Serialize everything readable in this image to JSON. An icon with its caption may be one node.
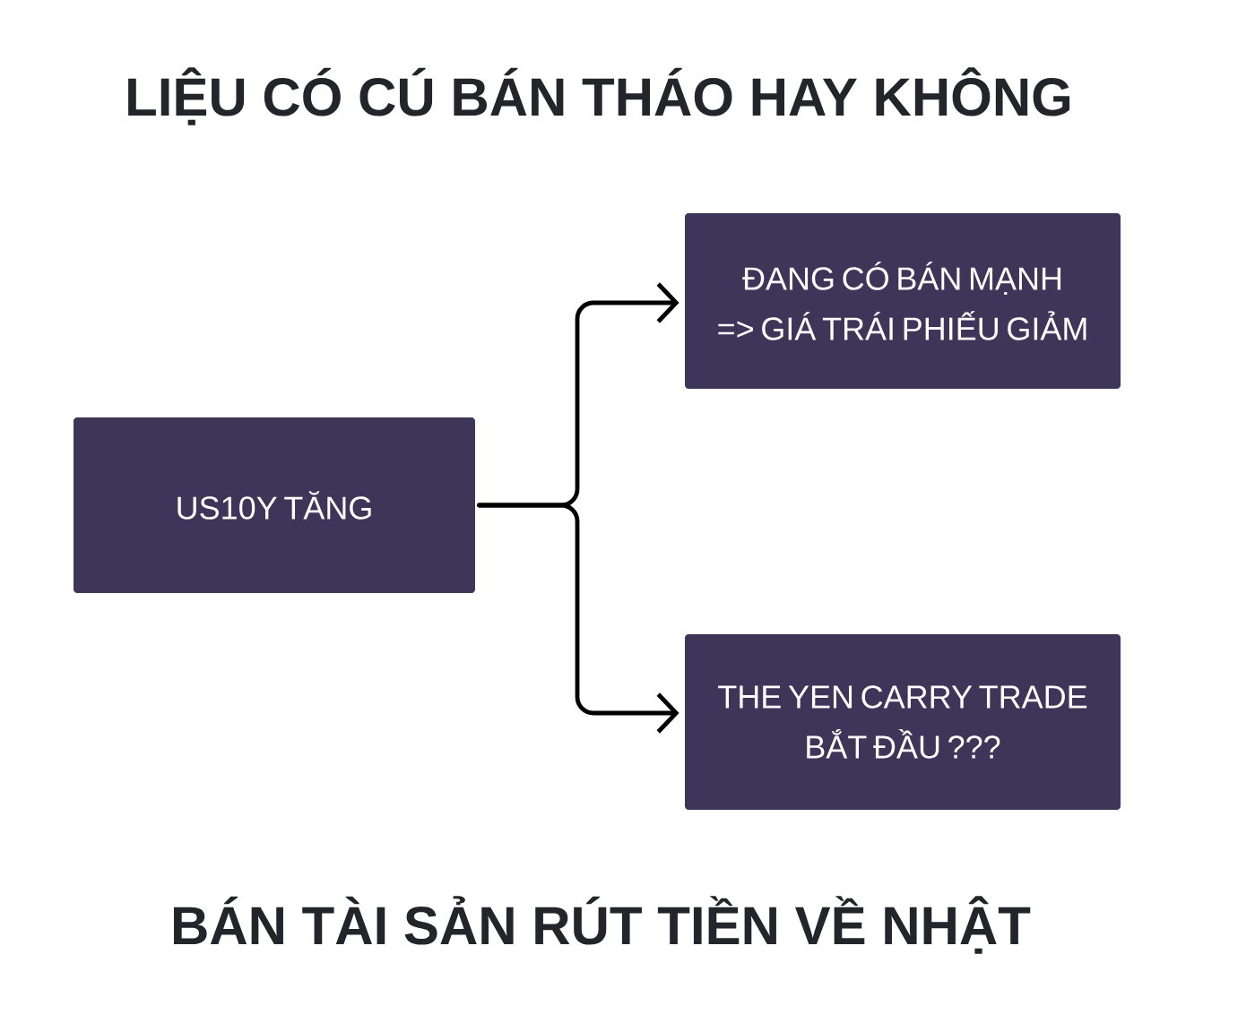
{
  "diagram": {
    "title": "LIỆU CÓ CÚ BÁN THÁO HAY KHÔNG",
    "nodes": [
      {
        "text": [
          "US10Y TĂNG"
        ]
      },
      {
        "text": [
          "ĐANG CÓ BÁN MẠNH => GIÁ TRÁI PHIẾU GIẢM"
        ]
      },
      {
        "text": [
          "THE YEN CARRY TRADE BẮT ĐẦU ???"
        ]
      }
    ],
    "edges": [
      {
        "from": 0,
        "to": 1,
        "arrow": "to"
      },
      {
        "from": 0,
        "to": 2,
        "arrow": "to"
      }
    ],
    "caption": "BÁN TÀI SẢN RÚT TIỀN VỀ NHẬT"
  }
}
